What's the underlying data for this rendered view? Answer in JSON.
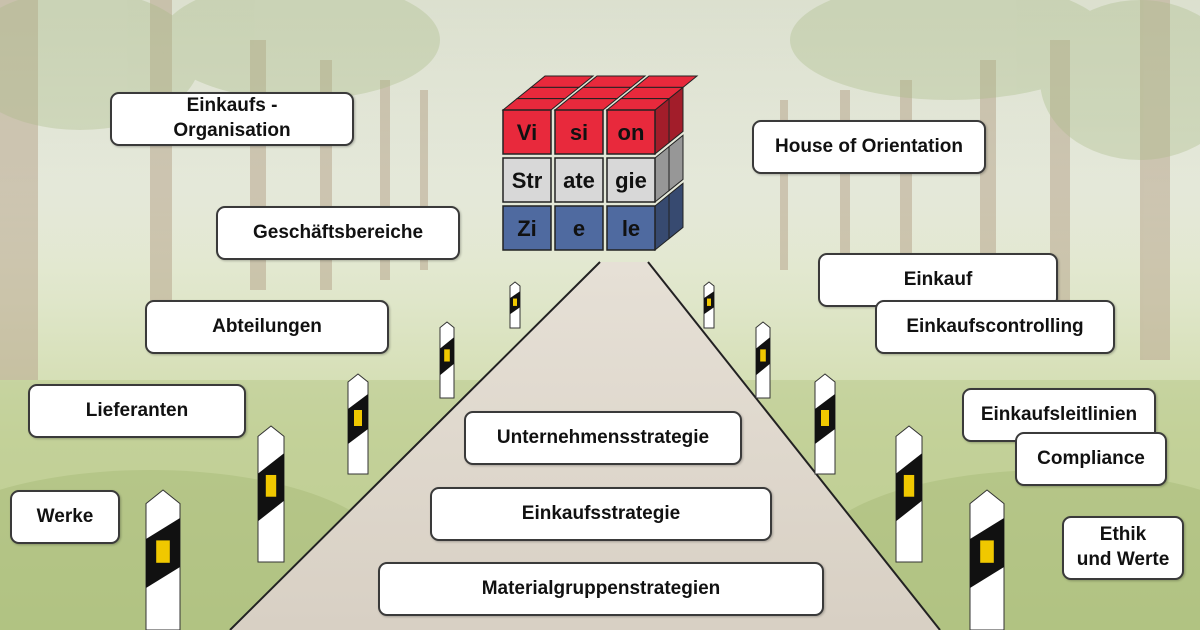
{
  "cube": {
    "rows": [
      {
        "row": "vision",
        "cells": [
          "Vi",
          "si",
          "on"
        ],
        "color": "#e8293c"
      },
      {
        "row": "strategie",
        "cells": [
          "Str",
          "ate",
          "gie"
        ],
        "color": "#d8d8d8"
      },
      {
        "row": "ziele",
        "cells": [
          "Zi",
          "e",
          "le"
        ],
        "color": "#4f6aa0"
      }
    ]
  },
  "left_labels": {
    "einkaufs_organisation": "Einkaufs -\nOrganisation",
    "geschaeftsbereiche": "Geschäftsbereiche",
    "abteilungen": "Abteilungen",
    "lieferanten": "Lieferanten",
    "werke": "Werke"
  },
  "right_labels": {
    "house_of_orientation": "House of Orientation",
    "einkauf": "Einkauf",
    "einkaufscontrolling": "Einkaufscontrolling",
    "einkaufsleitlinien": "Einkaufsleitlinien",
    "compliance": "Compliance",
    "ethik_und_werte": "Ethik\nund Werte"
  },
  "road_labels": {
    "unternehmensstrategie": "Unternehmensstrategie",
    "einkaufsstrategie": "Einkaufsstrategie",
    "materialgruppenstrategien": "Materialgruppenstrategien"
  }
}
